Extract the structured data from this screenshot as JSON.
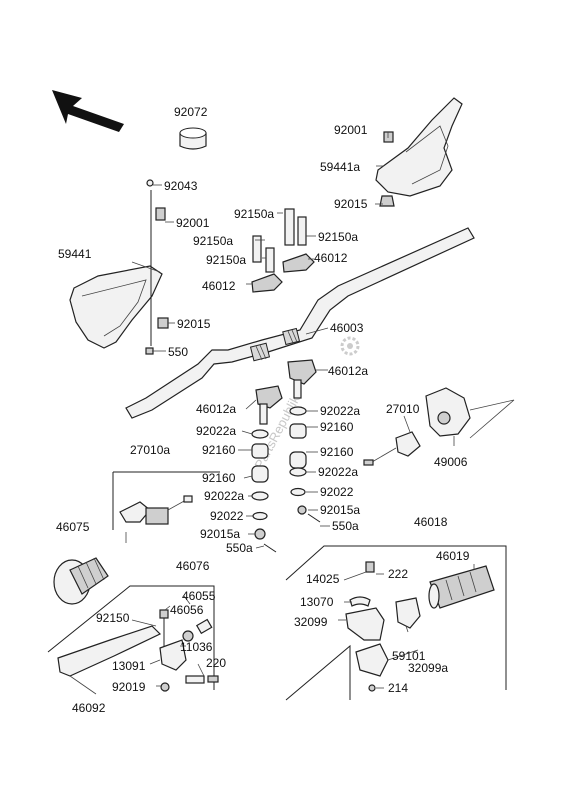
{
  "watermark": "PartsRepublik",
  "front_arrow_icon": "arrow-up-left-icon",
  "labels": {
    "p92072": "92072",
    "p92001_top": "92001",
    "p59441a": "59441a",
    "p92015_top": "92015",
    "p92043": "92043",
    "p92001_left": "92001",
    "p59441": "59441",
    "p92015_left": "92015",
    "p550": "550",
    "p92150a_1": "92150a",
    "p92150a_2": "92150a",
    "p92150a_3": "92150a",
    "p92150a_4": "92150a",
    "p46012_1": "46012",
    "p46012_2": "46012",
    "p46003": "46003",
    "p46012a_1": "46012a",
    "p46012a_2": "46012a",
    "p92022a_1": "92022a",
    "p92022a_2": "92022a",
    "p92160_1": "92160",
    "p92160_2": "92160",
    "p92160_3": "92160",
    "p92022a_3": "92022a",
    "p92022a_4": "92022a",
    "p92022_1": "92022",
    "p92022_2": "92022",
    "p92015a_1": "92015a",
    "p92015a_2": "92015a",
    "p550a_1": "550a",
    "p550a_2": "550a",
    "p27010a": "27010a",
    "p27010": "27010",
    "p49006": "49006",
    "p46075": "46075",
    "p46076": "46076",
    "p46055": "46055",
    "p46056": "46056",
    "p92150": "92150",
    "p11036": "11036",
    "p220": "220",
    "p13091": "13091",
    "p92019": "92019",
    "p46092": "46092",
    "p46018": "46018",
    "p46019": "46019",
    "p14025": "14025",
    "p222": "222",
    "p13070": "13070",
    "p32099": "32099",
    "p59101": "59101",
    "p32099a": "32099a",
    "p214": "214"
  }
}
